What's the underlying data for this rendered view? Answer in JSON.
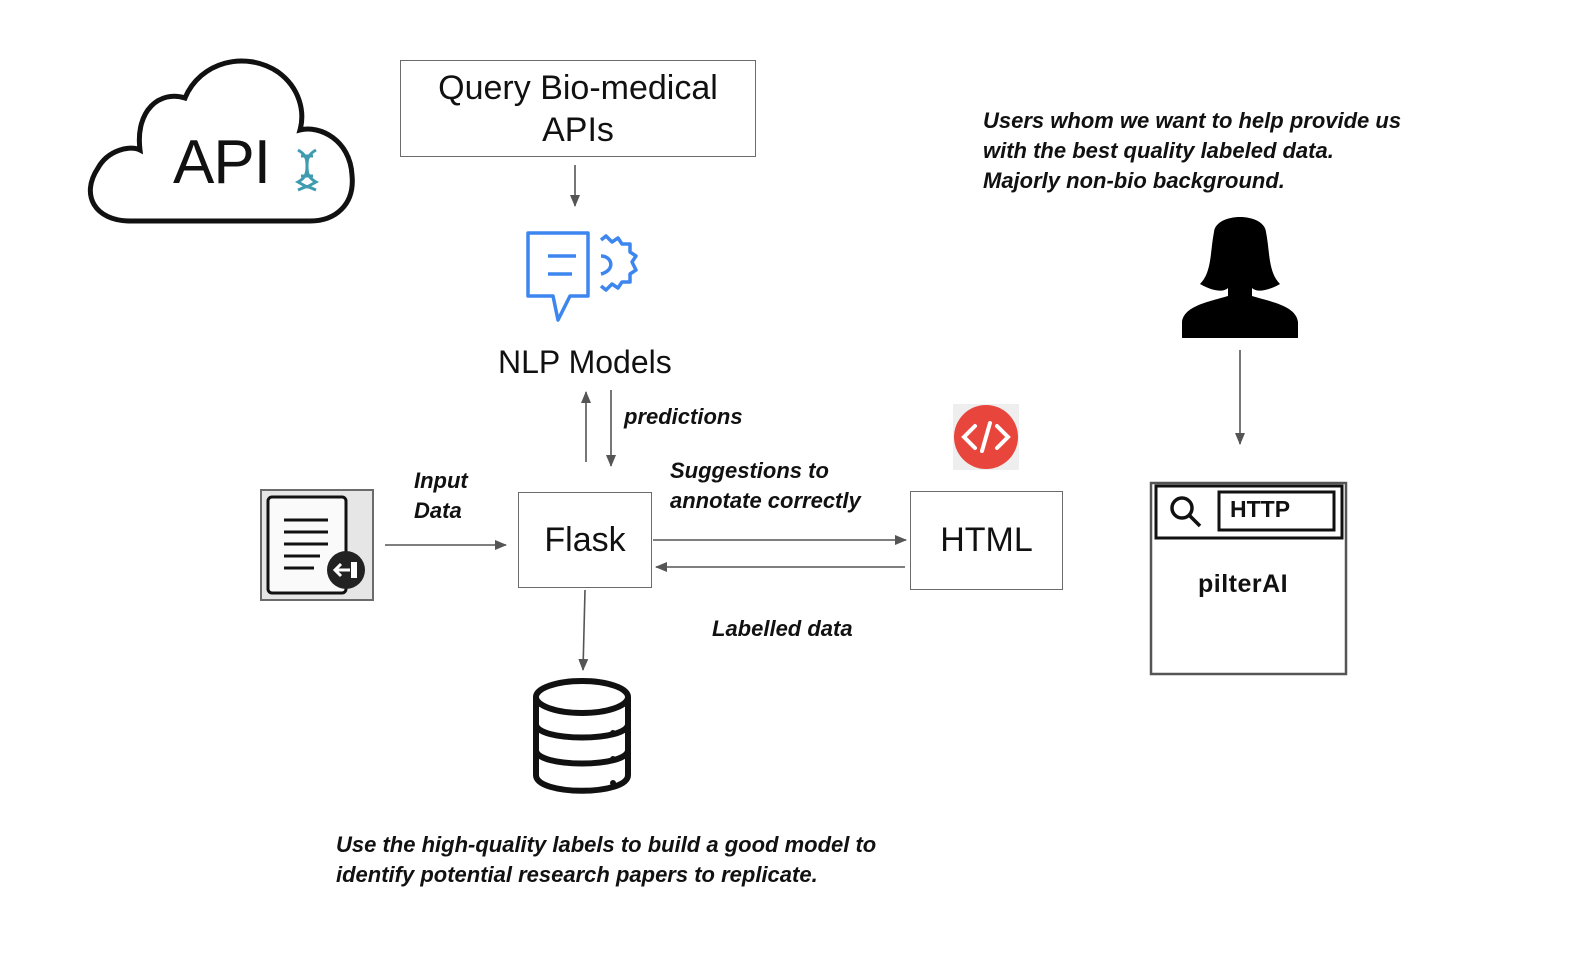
{
  "diagram": {
    "query_box": {
      "line1": "Query Bio-medical",
      "line2": "APIs"
    },
    "nlp_models": "NLP Models",
    "predictions": "predictions",
    "input_data": {
      "line1": "Input",
      "line2": "Data"
    },
    "flask": "Flask",
    "suggestions": {
      "line1": "Suggestions to",
      "line2": "annotate correctly"
    },
    "html": "HTML",
    "labelled_data": "Labelled data",
    "users_note": {
      "line1": "Users whom we want to help provide us",
      "line2": "with the best quality labeled data.",
      "line3": "Majorly non-bio background."
    },
    "use_note": {
      "line1": "Use the high-quality labels to build a good model to",
      "line2": "identify potential research papers to replicate."
    },
    "api_logo": "API",
    "browser": {
      "address": "HTTP",
      "brand": "pilterAI"
    }
  },
  "icons": [
    "cloud-api-icon",
    "dna-icon",
    "nlp-model-icon",
    "document-input-icon",
    "code-icon",
    "database-icon",
    "user-icon",
    "browser-window-icon",
    "search-icon"
  ],
  "colors": {
    "nlp_icon": "#3d86f0",
    "code_icon": "#e8463c",
    "dna": "#3f9bb0"
  }
}
